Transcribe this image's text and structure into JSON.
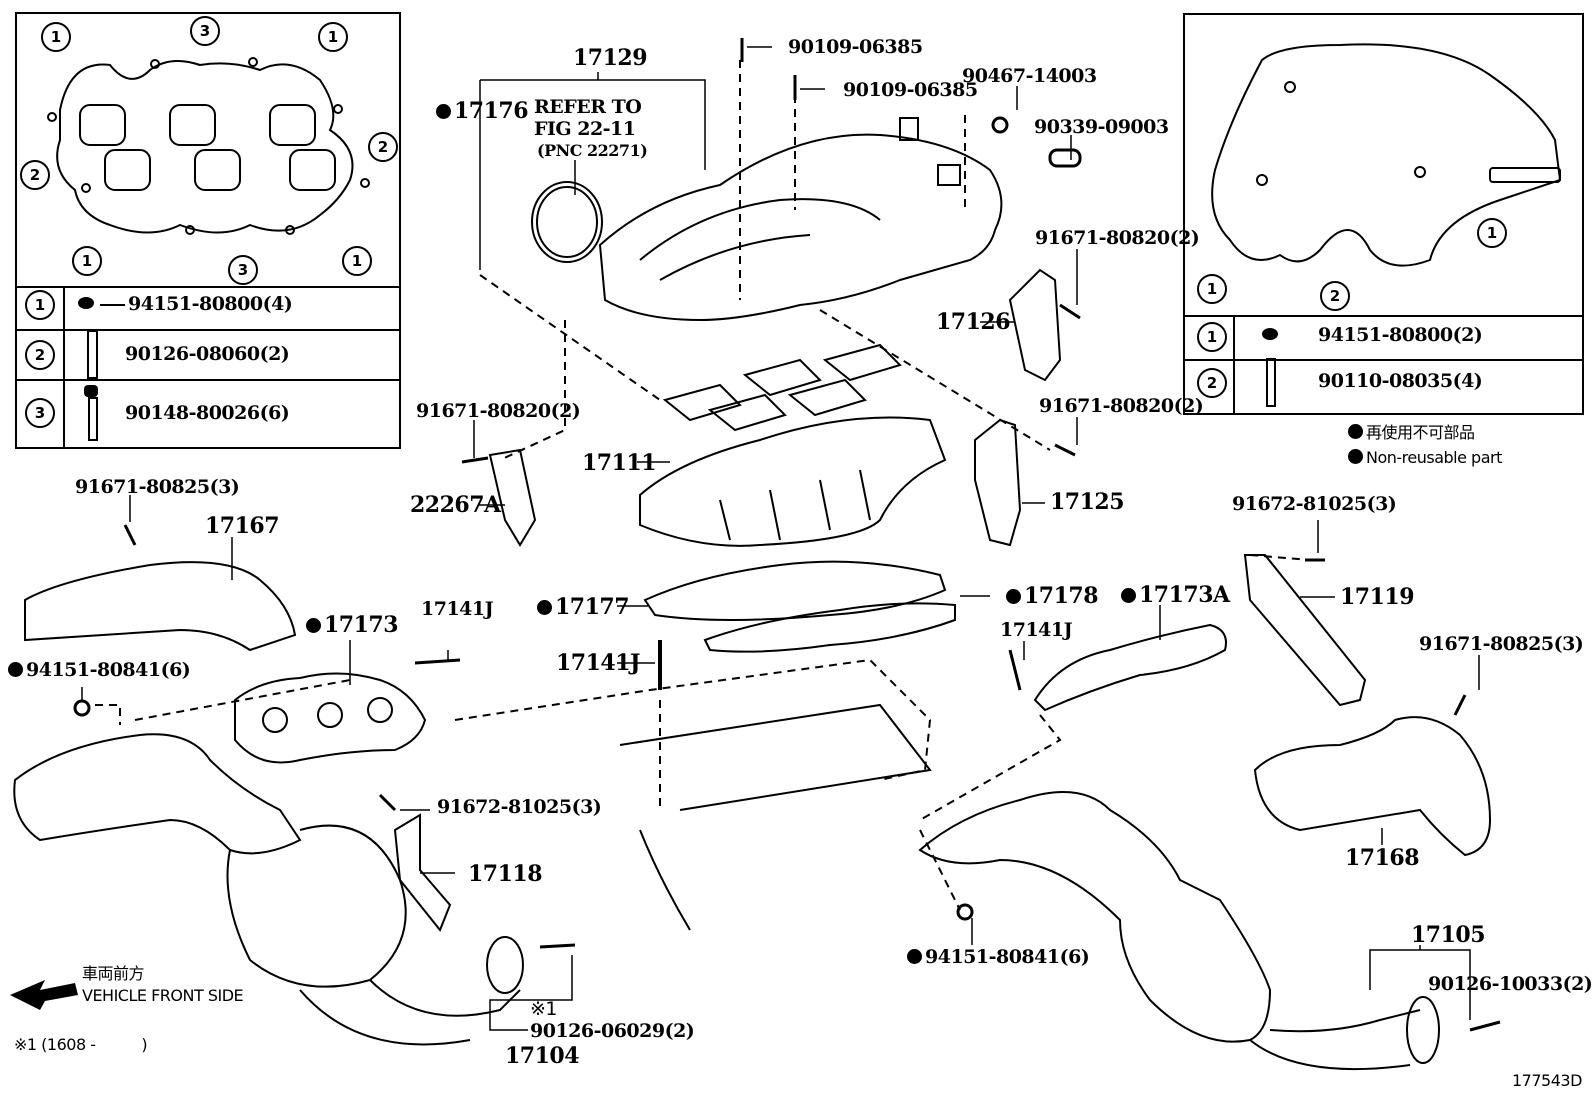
{
  "figure_id": "177543D",
  "legend": {
    "non_reusable_jp": "再使用不可部品",
    "non_reusable_en": "Non-reusable part"
  },
  "direction": {
    "jp": "車両前方",
    "en": "VEHICLE FRONT SIDE"
  },
  "footnote": "※1 (1608 -          )",
  "footnote_marker": "※1",
  "inset_left": {
    "callouts": [
      "1",
      "2",
      "3"
    ],
    "rows": [
      {
        "num": "1",
        "part": "94151-80800(4)",
        "icon": "nut-icon"
      },
      {
        "num": "2",
        "part": "90126-08060(2)",
        "icon": "stud-icon"
      },
      {
        "num": "3",
        "part": "90148-80026(6)",
        "icon": "flange-bolt-icon"
      }
    ]
  },
  "inset_right": {
    "callouts": [
      "1",
      "2"
    ],
    "rows": [
      {
        "num": "1",
        "part": "94151-80800(2)",
        "icon": "nut-icon"
      },
      {
        "num": "2",
        "part": "90110-08035(4)",
        "icon": "bolt-icon"
      }
    ]
  },
  "labels": {
    "p17129": "17129",
    "p17176": "17176",
    "refer1": "REFER TO",
    "refer2": "FIG 22-11",
    "refer3": "(PNC 22271)",
    "p90109a": "90109-06385",
    "p90109b": "90109-06385",
    "p90467": "90467-14003",
    "p90339": "90339-09003",
    "p91671_820_a": "91671-80820(2)",
    "p17126": "17126",
    "p91671_820_b": "91671-80820(2)",
    "p91671_820_c": "91671-80820(2)",
    "p17111": "17111",
    "p22267A": "22267A",
    "p17125": "17125",
    "p91671_825_a": "91671-80825(3)",
    "p17167": "17167",
    "p17173": "17173",
    "p17141J_a": "17141J",
    "p94151_841_a": "94151-80841(6)",
    "p17177": "17177",
    "p17141J_b": "17141J",
    "p17178": "17178",
    "p17141J_c": "17141J",
    "p17173A": "17173A",
    "p91672_1025_a": "91672-81025(3)",
    "p17119": "17119",
    "p91671_825_b": "91671-80825(3)",
    "p17168": "17168",
    "p91672_1025_b": "91672-81025(3)",
    "p17118": "17118",
    "p90126_06029": "90126-06029(2)",
    "p17104": "17104",
    "p94151_841_b": "94151-80841(6)",
    "p17105": "17105",
    "p90126_10033": "90126-10033(2)"
  }
}
